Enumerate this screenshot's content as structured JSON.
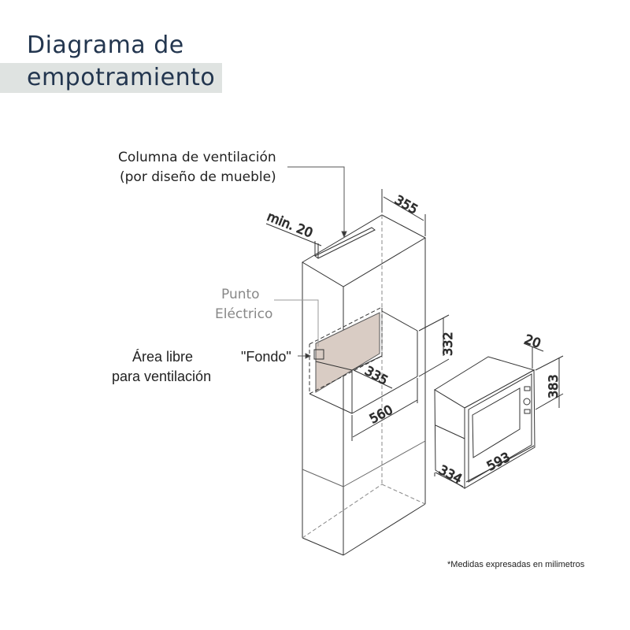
{
  "title": {
    "line1": "Diagrama de",
    "line2": "empotramiento"
  },
  "labels": {
    "vent_column_1": "Columna de ventilación",
    "vent_column_2": "(por diseño de mueble)",
    "power_point_1": "Punto",
    "power_point_2": "Eléctrico",
    "free_area_1": "Área libre",
    "free_area_2": "para ventilación",
    "back": "\"Fondo\""
  },
  "dimensions": {
    "min_gap": "min. 20",
    "column_depth": "355",
    "niche_height": "332",
    "niche_depth": "335",
    "niche_width": "560",
    "oven_frame": "20",
    "oven_height": "383",
    "oven_width": "593",
    "oven_depth": "334"
  },
  "footnote": "*Medidas expresadas en milimetros",
  "colors": {
    "title": "#23364f",
    "band": "#dfe3e1",
    "panel": "#d9ccc4"
  }
}
